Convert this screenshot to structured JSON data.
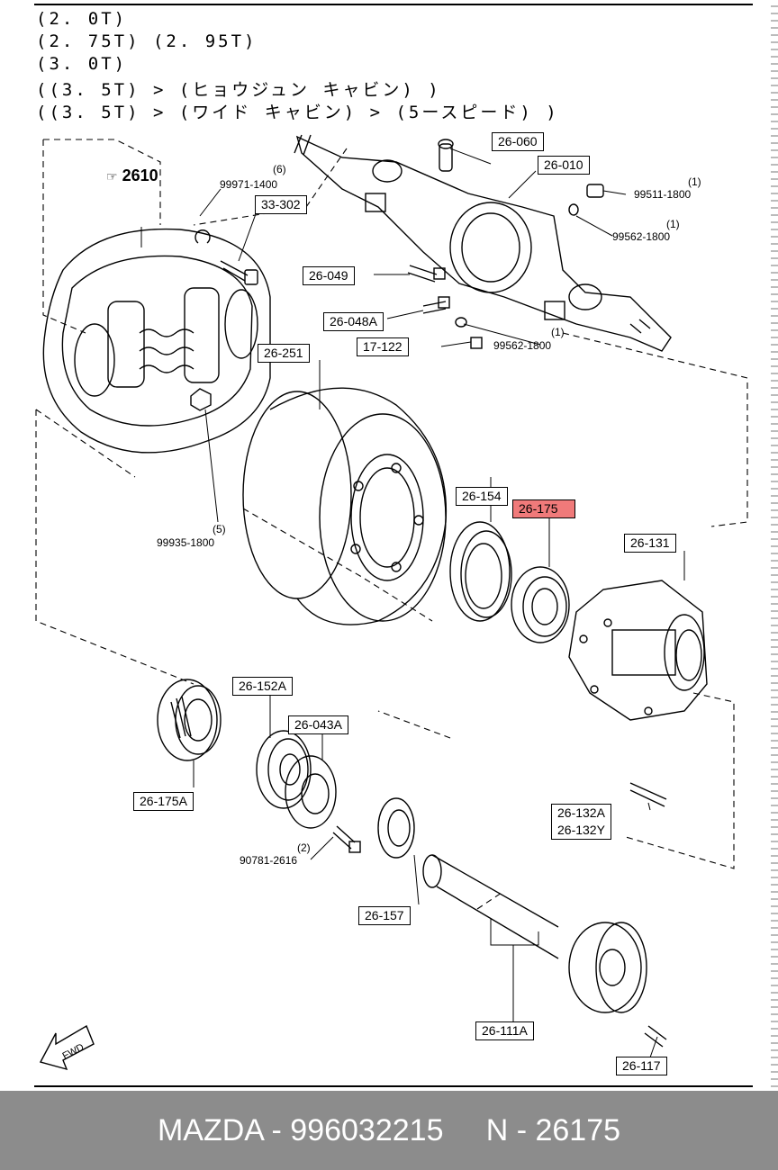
{
  "header_lines": [
    "(2. 0T)",
    "(2. 75T) (2. 95T)",
    "(3. 0T)",
    "((3. 5T) > (ヒョウジュン キャビン) )",
    "((3. 5T) > (ワイド キャビン) > (5ースピード) )"
  ],
  "group_ref": "2610",
  "part_labels": [
    "26-060",
    "26-010",
    "33-302",
    "26-049",
    "26-048A",
    "17-122",
    "26-251",
    "26-154",
    "26-175",
    "26-131",
    "26-152A",
    "26-043A",
    "26-175A",
    "26-132A",
    "26-132Y",
    "26-157",
    "26-111A",
    "26-117"
  ],
  "highlight_label": "26-175",
  "plain_labels": [
    "99971-1400",
    "99511-1800",
    "99562-1800",
    "99562-1800",
    "99935-1800",
    "90781-2616"
  ],
  "quantities": [
    "(6)",
    "(1)",
    "(1)",
    "(1)",
    "(5)",
    "(2)"
  ],
  "fwd_label": "FWD",
  "footer": "MAZDA - 996032215     N - 26175"
}
